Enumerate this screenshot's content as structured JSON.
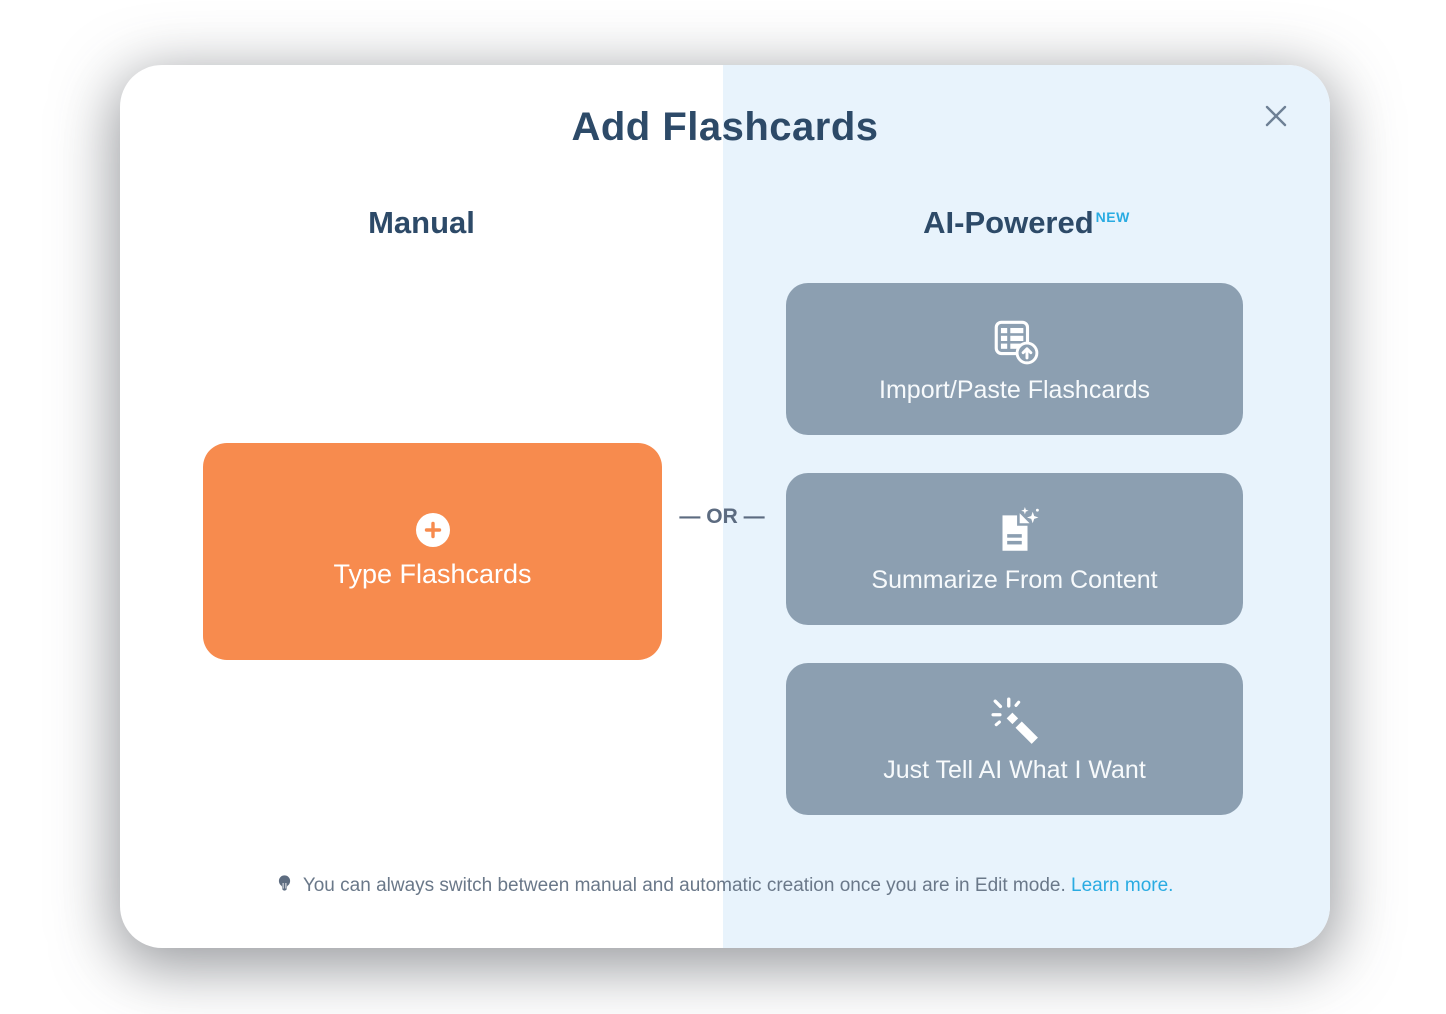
{
  "modal": {
    "title": "Add Flashcards"
  },
  "manual_section": {
    "heading": "Manual",
    "type_button": {
      "label": "Type Flashcards",
      "icon": "plus-icon"
    }
  },
  "ai_section": {
    "heading": "AI-Powered",
    "badge": "NEW",
    "buttons": [
      {
        "label": "Import/Paste Flashcards",
        "icon": "table-import-icon"
      },
      {
        "label": "Summarize From Content",
        "icon": "document-sparkle-icon"
      },
      {
        "label": "Just Tell AI What I Want",
        "icon": "magic-wand-icon"
      }
    ]
  },
  "divider": {
    "label": "— OR —"
  },
  "footer": {
    "tip_text": "You can always switch between manual and automatic creation once you are in Edit mode.",
    "link_label": "Learn more.",
    "icon": "lightbulb-icon"
  },
  "colors": {
    "heading_navy": "#2d4a68",
    "accent_orange": "#f78b4e",
    "ai_panel_blue": "#e8f3fc",
    "button_gray": "#8c9fb1",
    "link_blue": "#29abe2",
    "slate_text": "#5c6b80"
  }
}
